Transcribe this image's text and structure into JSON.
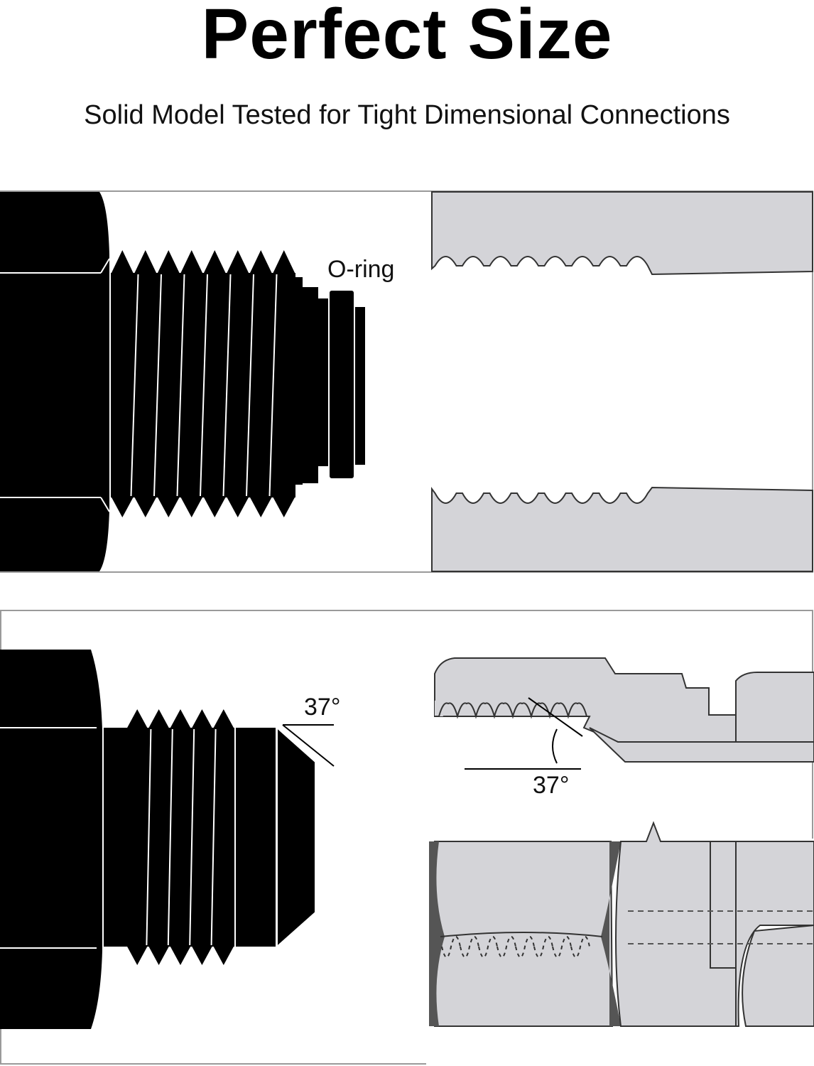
{
  "header": {
    "title": "Perfect Size",
    "subtitle": "Solid Model Tested for Tight Dimensional Connections"
  },
  "panel_top": {
    "label_oring": "O-ring"
  },
  "panel_bottom": {
    "label_angle_male": "37°",
    "label_angle_female": "37°"
  },
  "colors": {
    "fitting_black": "#000000",
    "housing_gray": "#d4d4d8",
    "outline": "#333333",
    "border": "#9a9a9a"
  }
}
